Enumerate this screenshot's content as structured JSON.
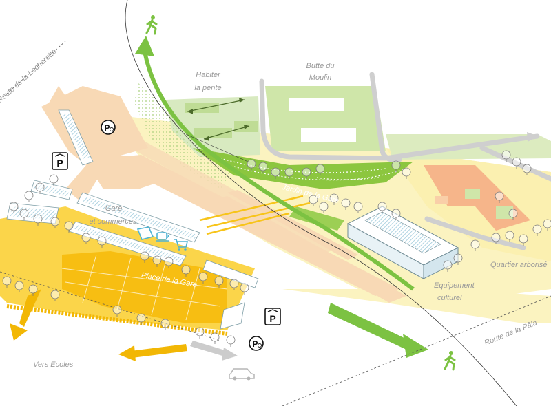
{
  "labels": {
    "habiter_1": "Habiter",
    "habiter_2": "la pente",
    "butte_1": "Butte du",
    "butte_2": "Moulin",
    "jardin": "Jardin de la Gare",
    "gare_1": "Gare",
    "gare_2": "et commerces",
    "place": "Place de la Gare",
    "quartier": "Quartier arborisé",
    "equip_1": "Equipement",
    "equip_2": "culturel",
    "route_pala": "Route de la Pâla",
    "route_lech": "Route de la Lecheretta",
    "vers_ecoles": "Vers Ecoles"
  },
  "parking": {
    "letter": "P"
  },
  "icons": {
    "pedestrian": "pedestrian-icon",
    "car": "car-icon",
    "cart": "shopping-cart-icon",
    "cup": "coffee-cup-icon",
    "newspaper": "newspaper-icon",
    "parking_covered": "covered-parking-icon",
    "parking_timed": "timed-parking-icon"
  },
  "colors": {
    "green_arrow": "#7cc242",
    "yellow_arrow": "#f2b705",
    "plaza_yellow": "#f7c41a",
    "peach": "#f8d9b5",
    "light_yellow": "#fbf3c0",
    "light_green": "#cfe6a9",
    "building_blue": "#cfe6ef",
    "orange_block": "#f6b58a"
  }
}
